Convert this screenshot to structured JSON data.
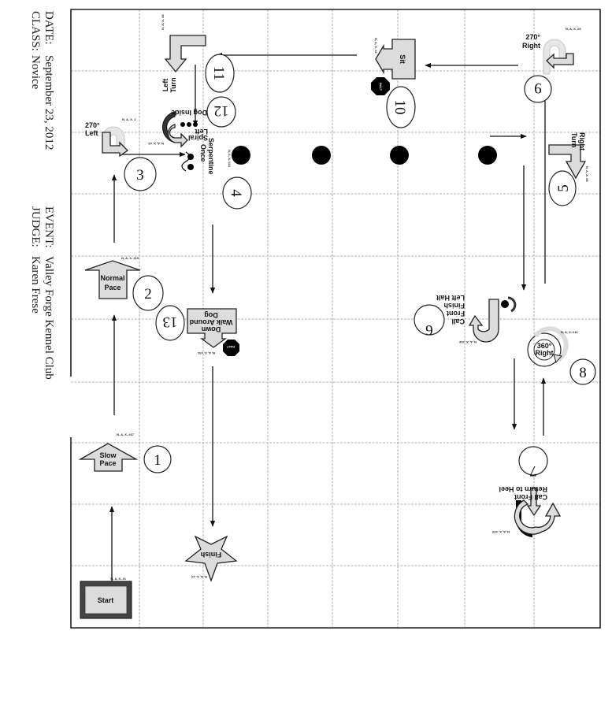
{
  "header": {
    "date_label": "DATE:",
    "date_value": "September 23, 2012",
    "class_label": "CLASS:",
    "class_value": "Novice",
    "event_label": "EVENT:",
    "event_value": "Valley Forge Kennel Club",
    "judge_label": "JUDGE:",
    "judge_value": "Karen Frese"
  },
  "colors": {
    "sign_fill": "#dcdcdc",
    "ink": "#111111",
    "grid": "#9a9a9a"
  },
  "stations": {
    "start": {
      "label": "Start",
      "code": "N, A, X- #1"
    },
    "s1": {
      "number": "1",
      "line1": "Slow",
      "line2": "Pace",
      "code": "N, A, X- #17"
    },
    "s2": {
      "number": "2",
      "line1": "Normal",
      "line2": "Pace",
      "code": "N, A, X- #19"
    },
    "s3": {
      "number": "3",
      "line1": "270°",
      "line2": "Left",
      "code": "N, A, X- 1"
    },
    "s4": {
      "number": "4",
      "line1": "Serpentine",
      "line2": "Once",
      "code": "N, A, X- #24"
    },
    "s5": {
      "number": "5",
      "line1": "Right",
      "line2": "Turn",
      "code": "N, A, X- #8"
    },
    "s6": {
      "number": "6",
      "line1": "Call",
      "line2": "Front",
      "line3": "Finish",
      "line4": "Left Halt",
      "code": "N, A, X- #16"
    },
    "s7": {
      "number": "7",
      "line1": "Call Front",
      "line2": "Return to Heel",
      "code": "N, A, X- #20"
    },
    "s8": {
      "number": "8",
      "line1": "360°",
      "line2": "Right",
      "code": "N, A, X- #11"
    },
    "s9": {
      "number": "9",
      "line1": "270°",
      "line2": "Right",
      "code": "N, A, X- #9"
    },
    "s10": {
      "number": "10",
      "line1": "Sit",
      "halt": "HALT",
      "code": "N, A, X- #2"
    },
    "s11": {
      "number": "11",
      "line1": "Left",
      "line2": "Turn",
      "code": "N, A, X- #6"
    },
    "s12": {
      "number": "12",
      "line1": "Spiral",
      "line2": "Left",
      "line3": "Dog Inside",
      "code": "N, A, X- #3"
    },
    "s13": {
      "number": "13",
      "line1": "Down",
      "line2": "Walk Around",
      "line3": "Dog",
      "halt": "HALT",
      "code": "N, A, X- #31"
    },
    "finish": {
      "label": "Finish",
      "code": "N, A, X- #2"
    }
  }
}
